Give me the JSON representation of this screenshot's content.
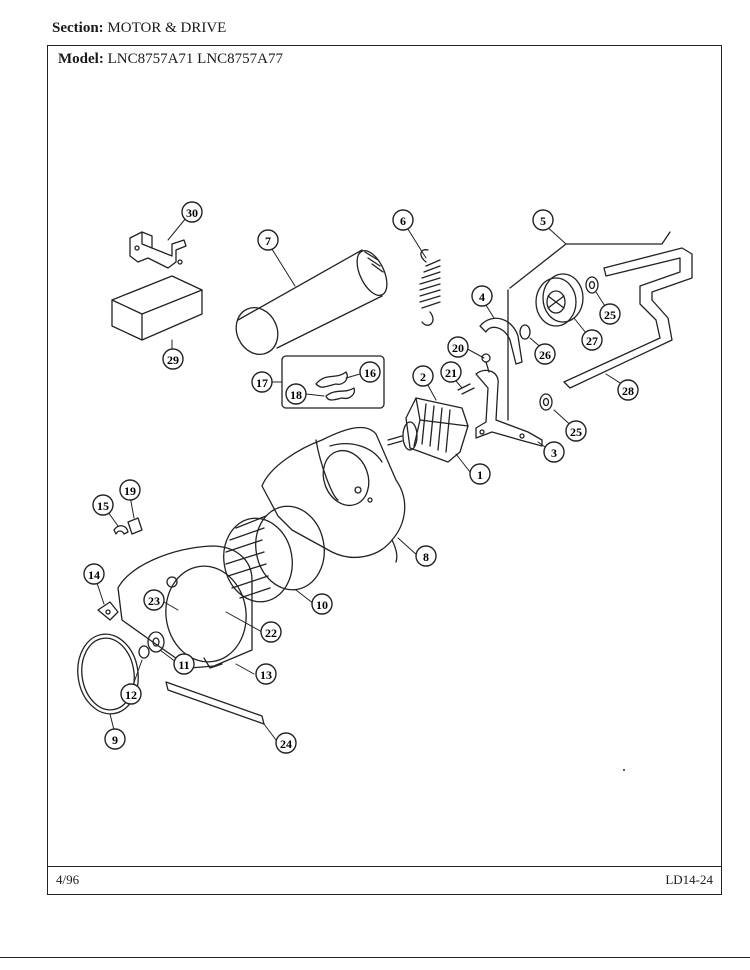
{
  "header": {
    "section_label": "Section:",
    "section_value": "MOTOR & DRIVE",
    "model_label": "Model:",
    "model_value": "LNC8757A71  LNC8757A77"
  },
  "footer": {
    "date": "4/96",
    "page_code": "LD14-24"
  },
  "callouts": [
    {
      "id": "c30",
      "label": "30"
    },
    {
      "id": "c29",
      "label": "29"
    },
    {
      "id": "c7",
      "label": "7"
    },
    {
      "id": "c6",
      "label": "6"
    },
    {
      "id": "c5",
      "label": "5"
    },
    {
      "id": "c4",
      "label": "4"
    },
    {
      "id": "c25a",
      "label": "25"
    },
    {
      "id": "c27",
      "label": "27"
    },
    {
      "id": "c26",
      "label": "26"
    },
    {
      "id": "c28",
      "label": "28"
    },
    {
      "id": "c25b",
      "label": "25"
    },
    {
      "id": "c20",
      "label": "20"
    },
    {
      "id": "c21",
      "label": "21"
    },
    {
      "id": "c2",
      "label": "2"
    },
    {
      "id": "c17",
      "label": "17"
    },
    {
      "id": "c18",
      "label": "18"
    },
    {
      "id": "c16",
      "label": "16"
    },
    {
      "id": "c1",
      "label": "1"
    },
    {
      "id": "c3",
      "label": "3"
    },
    {
      "id": "c15",
      "label": "15"
    },
    {
      "id": "c19",
      "label": "19"
    },
    {
      "id": "c8",
      "label": "8"
    },
    {
      "id": "c10",
      "label": "10"
    },
    {
      "id": "c14",
      "label": "14"
    },
    {
      "id": "c23",
      "label": "23"
    },
    {
      "id": "c22",
      "label": "22"
    },
    {
      "id": "c11",
      "label": "11"
    },
    {
      "id": "c13",
      "label": "13"
    },
    {
      "id": "c12",
      "label": "12"
    },
    {
      "id": "c9",
      "label": "9"
    },
    {
      "id": "c24",
      "label": "24"
    }
  ]
}
